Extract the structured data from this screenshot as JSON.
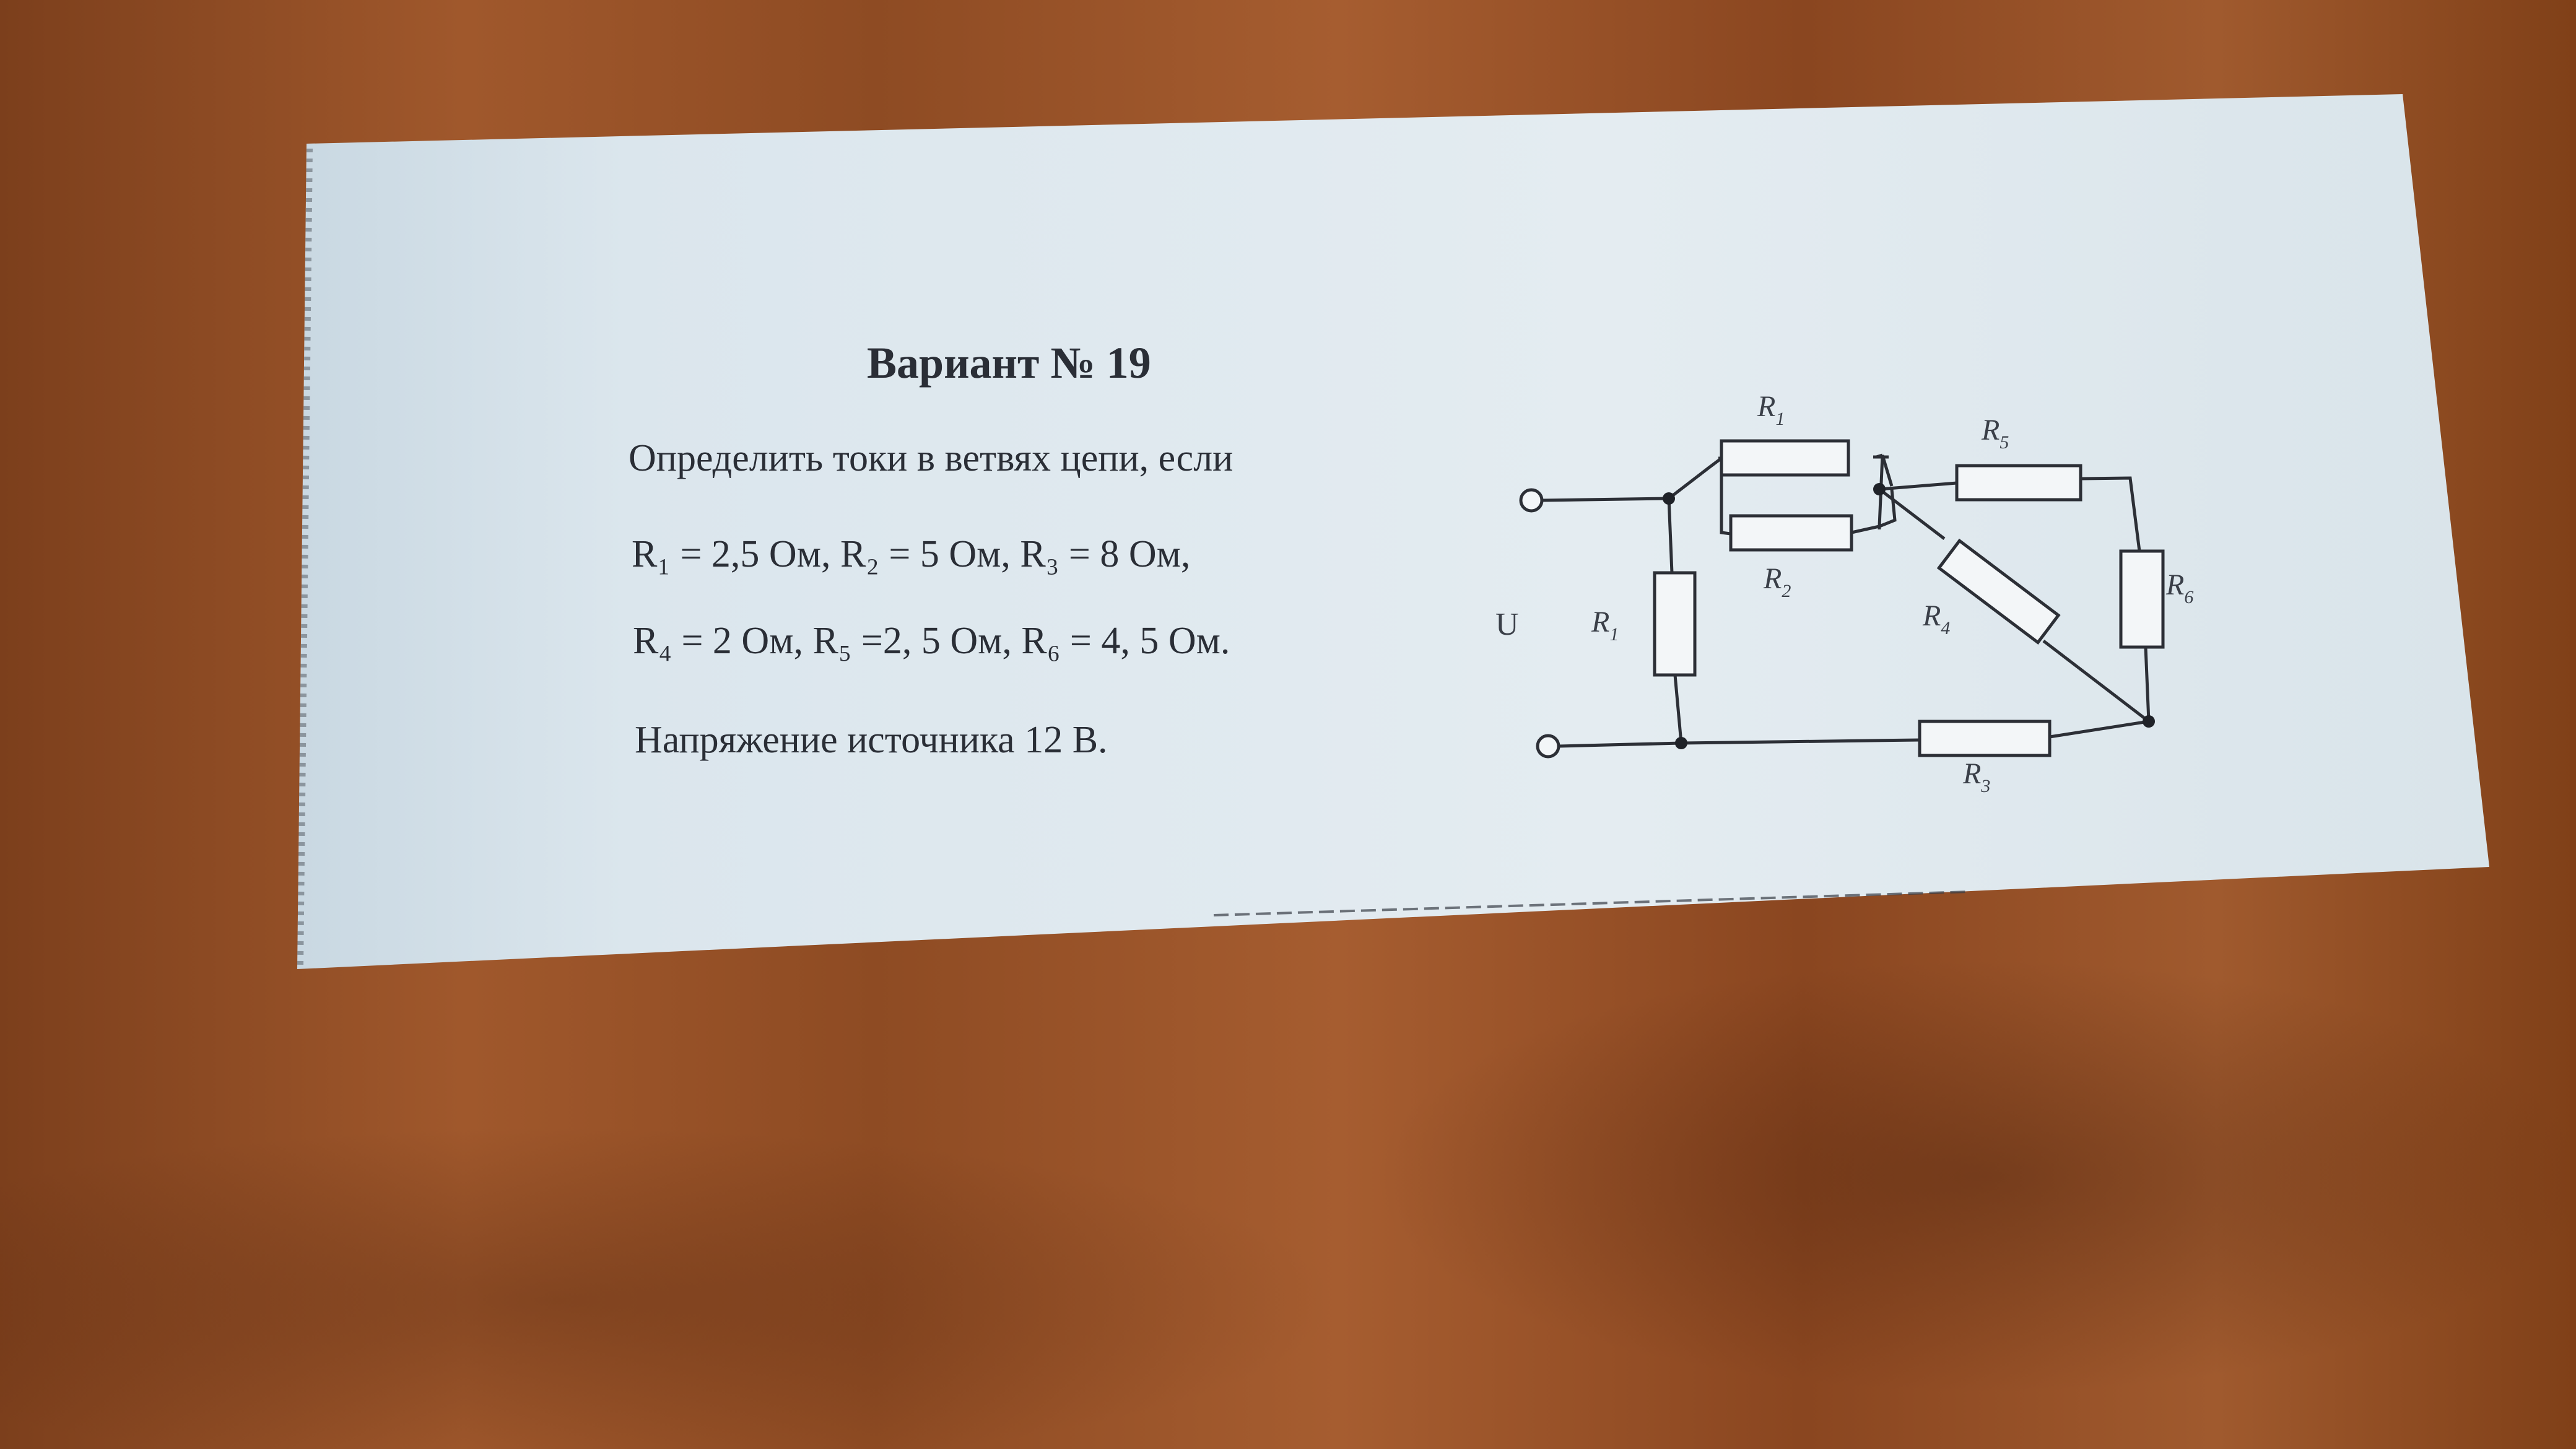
{
  "colors": {
    "paper": "#dfe9ef",
    "ink": "#2a2e36",
    "wood": "#8a4a24"
  },
  "document": {
    "title": "Вариант № 19",
    "task": "Определить токи в ветвях цепи, если",
    "values_line_1": "R₁ = 2,5 Ом, R₂ = 5 Ом,  R₃ = 8 Ом,",
    "values_line_2": "R₄ = 2 Ом, R₅ =2, 5 Ом, R₆ = 4, 5 Ом.",
    "voltage_line": "Напряжение  источника 12 В."
  },
  "circuit": {
    "source_label": "U",
    "resistors": [
      {
        "id": "r1-top",
        "letter": "R",
        "index": "1"
      },
      {
        "id": "r2",
        "letter": "R",
        "index": "2"
      },
      {
        "id": "r1-left",
        "letter": "R",
        "index": "1"
      },
      {
        "id": "r5",
        "letter": "R",
        "index": "5"
      },
      {
        "id": "r4",
        "letter": "R",
        "index": "4"
      },
      {
        "id": "r6",
        "letter": "R",
        "index": "6"
      },
      {
        "id": "r3",
        "letter": "R",
        "index": "3"
      }
    ]
  }
}
